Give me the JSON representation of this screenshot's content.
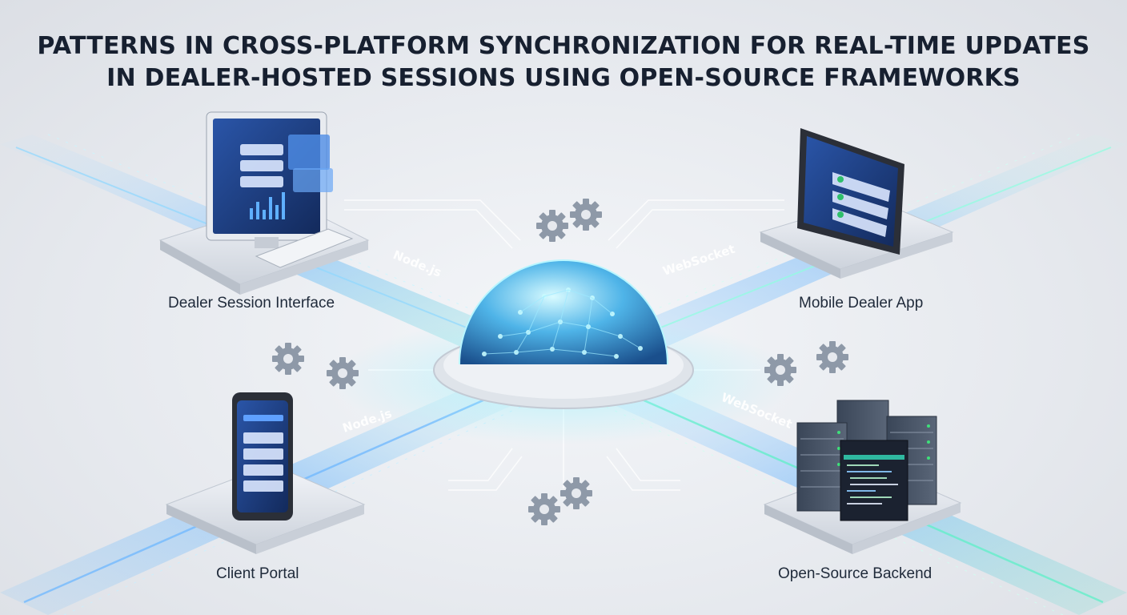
{
  "title": {
    "line1": "PATTERNS IN CROSS-PLATFORM SYNCHRONIZATION FOR REAL-TIME UPDATES",
    "line2": "IN DEALER-HOSTED SESSIONS USING OPEN-SOURCE FRAMEWORKS"
  },
  "nodes": {
    "dealer_session": "Dealer Session Interface",
    "mobile_dealer": "Mobile Dealer App",
    "client_portal": "Client Portal",
    "backend": "Open-Source Backend"
  },
  "protocols": {
    "top_left": "Node.js",
    "top_right": "WebSocket",
    "bottom_left": "Node.js",
    "bottom_right": "WebSocket"
  },
  "colors": {
    "title": "#172030",
    "screen": "#1d3a73",
    "accent_teal": "#3ee0c0",
    "accent_blue": "#3d8cff",
    "dome": "#3aa0e0"
  }
}
